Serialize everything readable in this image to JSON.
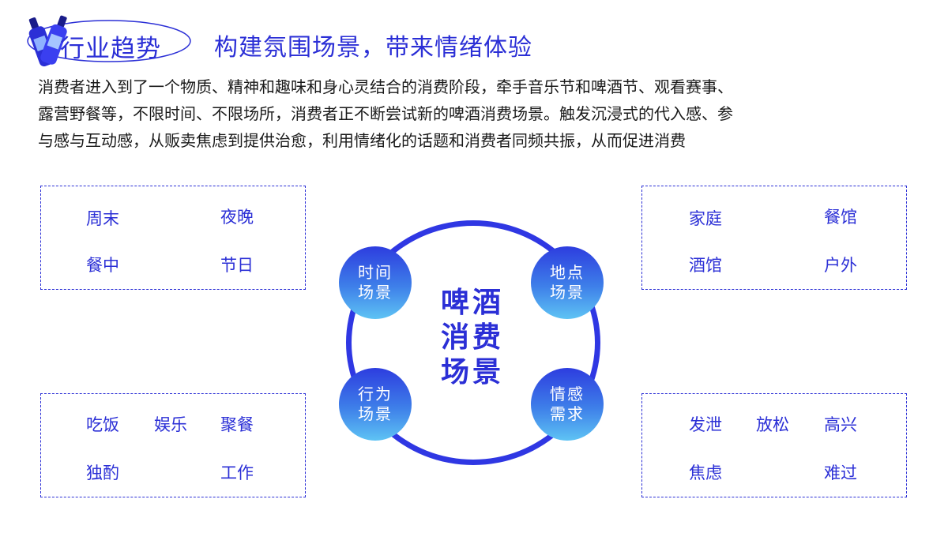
{
  "header": {
    "section_title": "行业趋势",
    "subtitle": "构建氛围场景，带来情绪体验",
    "accent_color": "#2b2fd6"
  },
  "intro": {
    "lines": [
      "消费者进入到了一个物质、精神和趣味和身心灵结合的消费阶段，牵手音乐节和啤酒节、观看赛事、",
      "露营野餐等，不限时间、不限场所，消费者正不断尝试新的啤酒消费场景。触发沉浸式的代入感、参",
      "与感与互动感，从贩卖焦虑到提供治愈，利用情绪化的话题和消费者同频共振，从而促进消费"
    ]
  },
  "diagram": {
    "center": [
      "啤酒",
      "消费",
      "场景"
    ],
    "nodes": {
      "time": [
        "时间",
        "场景"
      ],
      "place": [
        "地点",
        "场景"
      ],
      "behavior": [
        "行为",
        "场景"
      ],
      "emotion": [
        "情感",
        "需求"
      ]
    }
  },
  "boxes": {
    "time": [
      "周末",
      "夜晚",
      "餐中",
      "节日"
    ],
    "place": [
      "家庭",
      "餐馆",
      "酒馆",
      "户外"
    ],
    "behavior": [
      "吃饭",
      "娱乐",
      "聚餐",
      "独酌",
      "工作"
    ],
    "emotion": [
      "发泄",
      "放松",
      "高兴",
      "焦虑",
      "难过"
    ]
  }
}
